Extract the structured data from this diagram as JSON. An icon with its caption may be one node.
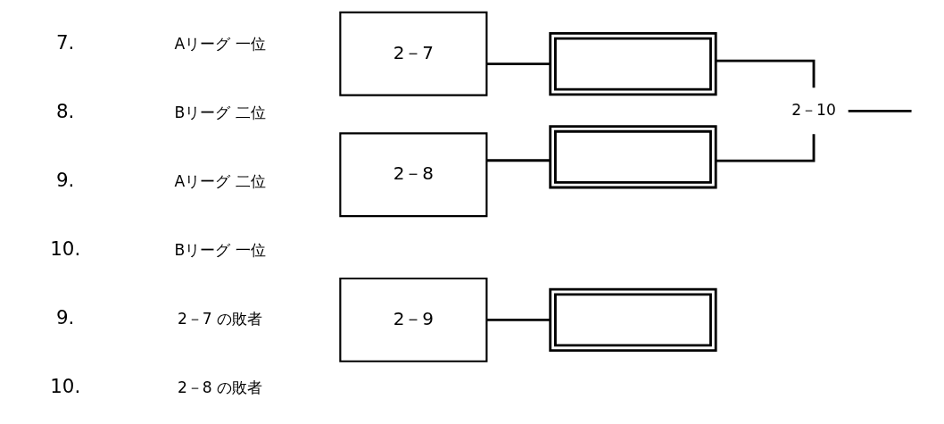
{
  "diagram": {
    "nodes": [
      {
        "text": [
          "2－7"
        ]
      },
      {
        "text": [],
        "shape": "box"
      },
      {
        "text": [
          "2－8"
        ]
      },
      {
        "text": [],
        "shape": "box"
      },
      {
        "text": [
          "2－10"
        ]
      },
      {
        "text": [
          "2－9"
        ]
      },
      {
        "text": [],
        "shape": "box"
      }
    ],
    "edges": [
      {
        "from": 0,
        "to": 1,
        "arrow": "none"
      },
      {
        "from": 2,
        "to": 3,
        "arrow": "none"
      },
      {
        "from": 1,
        "to": 4,
        "arrow": "none"
      },
      {
        "from": 3,
        "to": 4,
        "arrow": "none"
      },
      {
        "from": 4,
        "to": null,
        "arrow": "none"
      },
      {
        "from": 5,
        "to": 6,
        "arrow": "none"
      }
    ],
    "labels": [
      "7.",
      "Aリーグ 一位",
      "8.",
      "Bリーグ 二位",
      "9.",
      "Aリーグ 二位",
      "10.",
      "Bリーグ 一位",
      "9.",
      "2－7 の敗者",
      "10.",
      "2－8 の敗者"
    ]
  }
}
